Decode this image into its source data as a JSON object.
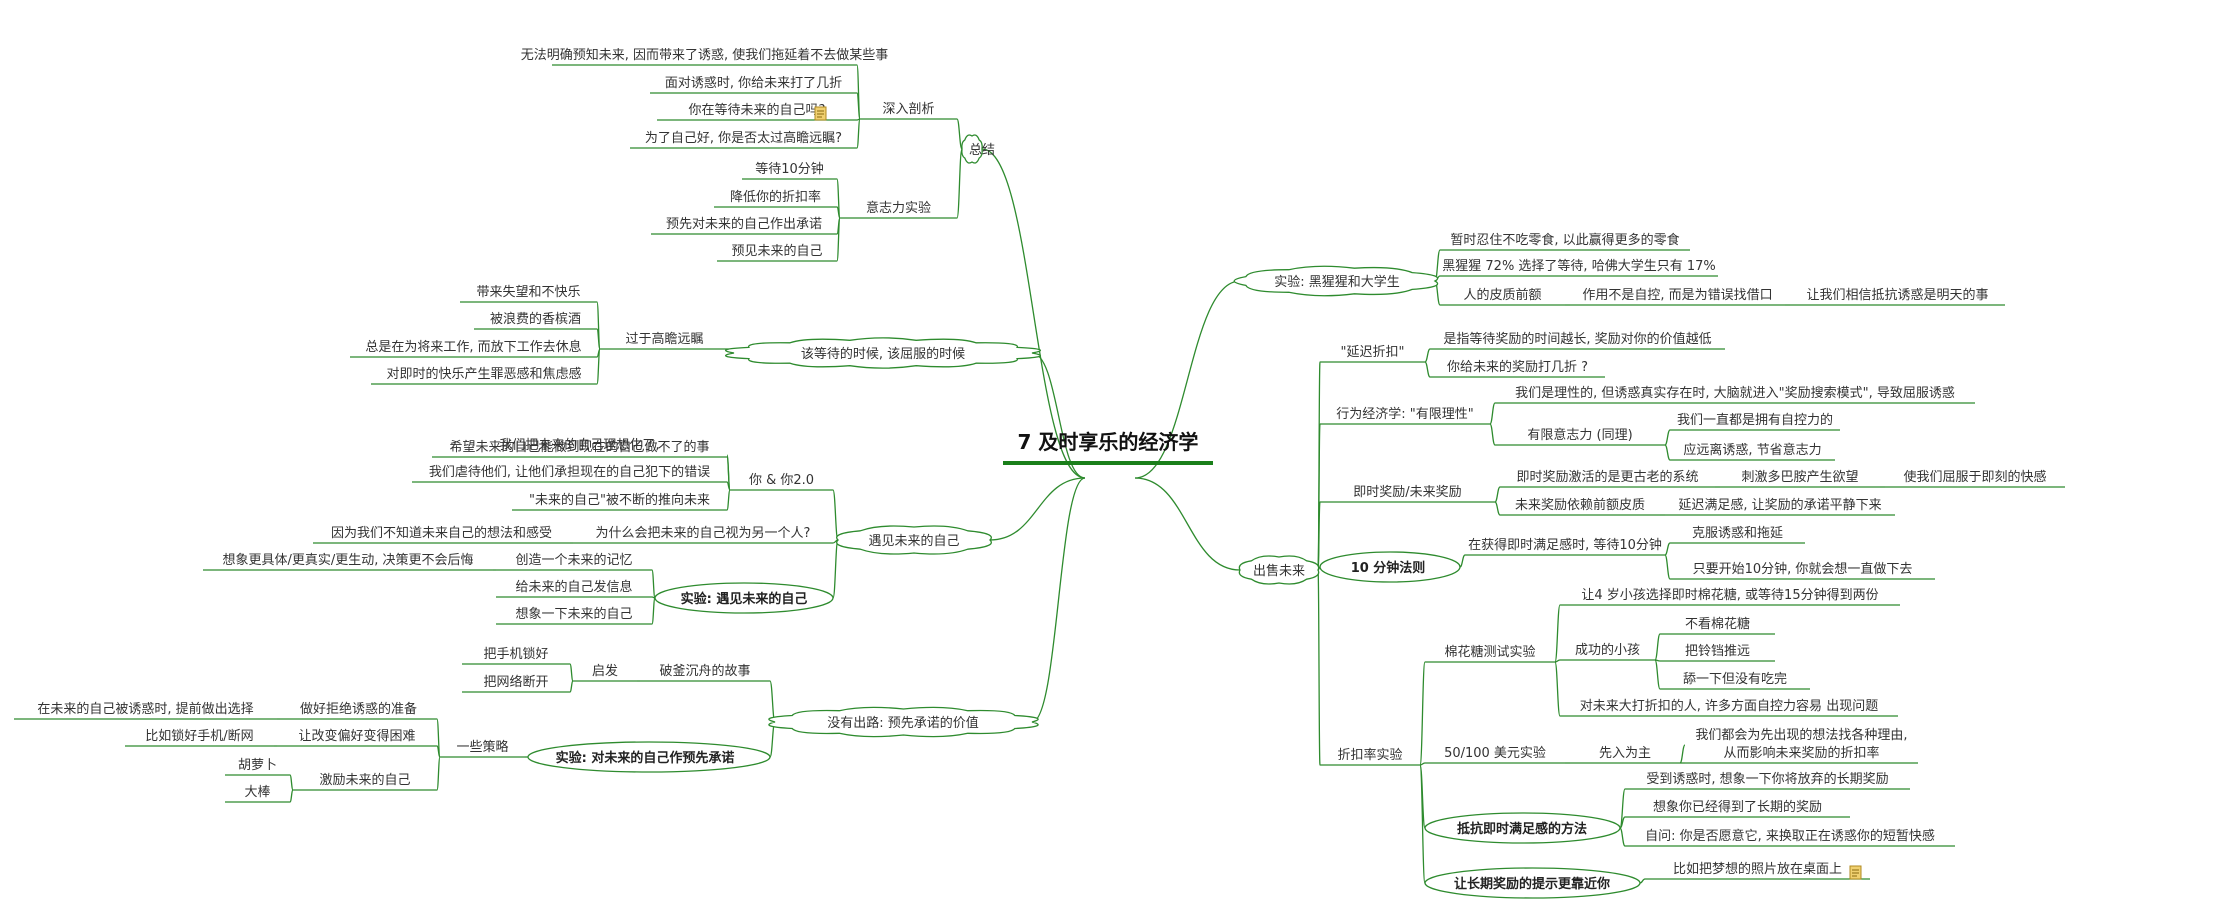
{
  "root": "7 及时享乐的经济学",
  "colors": {
    "line": "#2e8b2e",
    "text": "#333333",
    "note_icon": "#f0d070"
  },
  "nodes": {
    "L1": {
      "text": "总结"
    },
    "L1a": {
      "text": "深入剖析"
    },
    "L1a1": {
      "text": "无法明确预知未来, 因而带来了诱惑, 使我们拖延着不去做某些事"
    },
    "L1a2": {
      "text": "面对诱惑时, 你给未来打了几折"
    },
    "L1a3": {
      "text": "你在等待未来的自己吗?"
    },
    "L1a4": {
      "text": "为了自己好, 你是否太过高瞻远瞩?"
    },
    "L1b": {
      "text": "意志力实验"
    },
    "L1b1": {
      "text": "等待10分钟"
    },
    "L1b2": {
      "text": "降低你的折扣率"
    },
    "L1b3": {
      "text": "预先对未来的自己作出承诺"
    },
    "L1b4": {
      "text": "预见未来的自己"
    },
    "L2": {
      "text": "该等待的时候, 该屈服的时候"
    },
    "L2a": {
      "text": "过于高瞻远瞩"
    },
    "L2a1": {
      "text": "带来失望和不快乐"
    },
    "L2a2": {
      "text": "被浪费的香槟酒"
    },
    "L2a3": {
      "text": "总是在为将来工作, 而放下工作去休息"
    },
    "L2a4": {
      "text": "对即时的快乐产生罪恶感和焦虑感"
    },
    "L3": {
      "text": "遇见未来的自己"
    },
    "L3a": {
      "text": "你 & 你2.0"
    },
    "L3a1": {
      "text": "我们把未来的自己理想化了,"
    },
    "L3a1b": {
      "text": "希望未来的自己能做到现在的自己做不了的事"
    },
    "L3a2": {
      "text": "我们虐待他们, 让他们承担现在的自己犯下的错误"
    },
    "L3a3": {
      "text": "\"未来的自己\"被不断的推向未来"
    },
    "L3b": {
      "text": "为什么会把未来的自己视为另一个人?"
    },
    "L3b1": {
      "text": "因为我们不知道未来自己的想法和感受"
    },
    "L3c": {
      "text": "实验: 遇见未来的自己"
    },
    "L3c1": {
      "text": "创造一个未来的记忆"
    },
    "L3c1a": {
      "text": "想象更具体/更真实/更生动, 决策更不会后悔"
    },
    "L3c2": {
      "text": "给未来的自己发信息"
    },
    "L3c3": {
      "text": "想象一下未来的自己"
    },
    "L4": {
      "text": "没有出路: 预先承诺的价值"
    },
    "L4a": {
      "text": "破釜沉舟的故事"
    },
    "L4a1": {
      "text": "启发"
    },
    "L4a1a": {
      "text": "把手机锁好"
    },
    "L4a1b": {
      "text": "把网络断开"
    },
    "L4b": {
      "text": "实验: 对未来的自己作预先承诺"
    },
    "L4b1": {
      "text": "一些策略"
    },
    "L4b1a": {
      "text": "做好拒绝诱惑的准备"
    },
    "L4b1a1": {
      "text": "在未来的自己被诱惑时, 提前做出选择"
    },
    "L4b1b": {
      "text": "让改变偏好变得困难"
    },
    "L4b1b1": {
      "text": "比如锁好手机/断网"
    },
    "L4b1c": {
      "text": "激励未来的自己"
    },
    "L4b1c1": {
      "text": "胡萝卜"
    },
    "L4b1c2": {
      "text": "大棒"
    },
    "R1": {
      "text": "实验: 黑猩猩和大学生"
    },
    "R1a": {
      "text": "暂时忍住不吃零食, 以此赢得更多的零食"
    },
    "R1b": {
      "text": "黑猩猩 72% 选择了等待, 哈佛大学生只有 17%"
    },
    "R1c": {
      "text": "人的皮质前额"
    },
    "R1c1": {
      "text": "作用不是自控, 而是为错误找借口"
    },
    "R1c1a": {
      "text": "让我们相信抵抗诱惑是明天的事"
    },
    "R2": {
      "text": "出售未来"
    },
    "R2a": {
      "text": "\"延迟折扣\""
    },
    "R2a1": {
      "text": "是指等待奖励的时间越长, 奖励对你的价值越低"
    },
    "R2a2": {
      "text": "你给未来的奖励打几折 ?"
    },
    "R2b": {
      "text": "行为经济学: \"有限理性\""
    },
    "R2b1": {
      "text": "我们是理性的, 但诱惑真实存在时, 大脑就进入\"奖励搜索模式\", 导致屈服诱惑"
    },
    "R2b2": {
      "text": "有限意志力 (同理)"
    },
    "R2b2a": {
      "text": "我们一直都是拥有自控力的"
    },
    "R2b2b": {
      "text": "应远离诱惑, 节省意志力"
    },
    "R2c": {
      "text": "即时奖励/未来奖励"
    },
    "R2c1": {
      "text": "即时奖励激活的是更古老的系统"
    },
    "R2c1a": {
      "text": "刺激多巴胺产生欲望"
    },
    "R2c1a1": {
      "text": "使我们屈服于即刻的快感"
    },
    "R2c2": {
      "text": "未来奖励依赖前额皮质"
    },
    "R2c2a": {
      "text": "延迟满足感, 让奖励的承诺平静下来"
    },
    "R2d": {
      "text": "10 分钟法则"
    },
    "R2d1": {
      "text": "在获得即时满足感时, 等待10分钟"
    },
    "R2d1a": {
      "text": "克服诱惑和拖延"
    },
    "R2d1b": {
      "text": "只要开始10分钟, 你就会想一直做下去"
    },
    "R2e": {
      "text": "折扣率实验"
    },
    "R2e1": {
      "text": "棉花糖测试实验"
    },
    "R2e1a": {
      "text": "让4 岁小孩选择即时棉花糖, 或等待15分钟得到两份"
    },
    "R2e1b": {
      "text": "成功的小孩"
    },
    "R2e1b1": {
      "text": "不看棉花糖"
    },
    "R2e1b2": {
      "text": "把铃铛推远"
    },
    "R2e1b3": {
      "text": "舔一下但没有吃完"
    },
    "R2e1c": {
      "text": "对未来大打折扣的人, 许多方面自控力容易 出现问题"
    },
    "R2e2": {
      "text": "50/100 美元实验"
    },
    "R2e2a": {
      "text": "先入为主"
    },
    "R2e2a1": {
      "text": "我们都会为先出现的想法找各种理由,"
    },
    "R2e2a1b": {
      "text": "从而影响未来奖励的折扣率"
    },
    "R2e3": {
      "text": "抵抗即时满足感的方法"
    },
    "R2e3a": {
      "text": "受到诱惑时, 想象一下你将放弃的长期奖励"
    },
    "R2e3b": {
      "text": "想象你已经得到了长期的奖励"
    },
    "R2e3c": {
      "text": "自问: 你是否愿意它, 来换取正在诱惑你的短暂快感"
    },
    "R2e4": {
      "text": "让长期奖励的提示更靠近你"
    },
    "R2e4a": {
      "text": "比如把梦想的照片放在桌面上"
    }
  }
}
